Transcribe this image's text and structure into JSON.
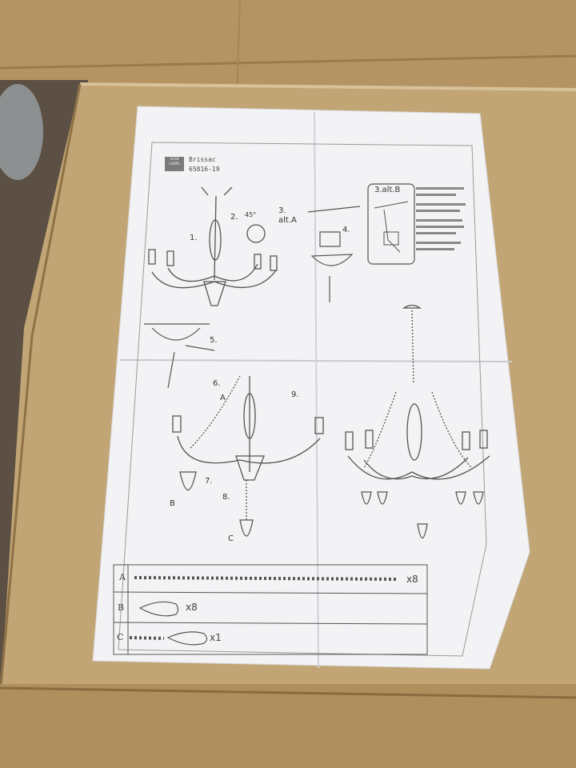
{
  "sheet": {
    "product_name": "Brissac",
    "product_code": "65816-19",
    "brand_mark": "SCAN LAMPS"
  },
  "steps": {
    "s1": "1.",
    "s2": "2.",
    "angle": "45°",
    "s3": "3.",
    "s3_alt_a": "alt.A",
    "s3_alt_b": "3.alt.B",
    "s4": "4.",
    "s5": "5.",
    "s6": "6.",
    "s7": "7.",
    "s8": "8.",
    "s9": "9.",
    "part_a": "A",
    "part_b": "B",
    "part_c": "C"
  },
  "parts_legend": [
    {
      "letter": "A",
      "qty": "x8"
    },
    {
      "letter": "B",
      "qty": "x8"
    },
    {
      "letter": "C",
      "qty": "x1"
    }
  ],
  "colors": {
    "cardboard": "#b89a6a",
    "paper": "#f4f4f6",
    "ink": "#444444"
  }
}
